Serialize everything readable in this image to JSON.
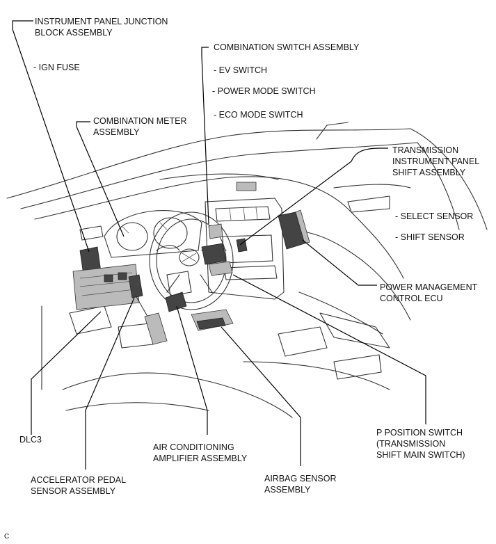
{
  "labels": {
    "instrument_panel_jb": [
      "INSTRUMENT PANEL JUNCTION",
      "BLOCK ASSEMBLY"
    ],
    "ign_fuse": "- IGN FUSE",
    "combination_switch": "COMBINATION SWITCH ASSEMBLY",
    "ev_switch": "- EV SWITCH",
    "power_mode_switch": "- POWER MODE SWITCH",
    "eco_mode_switch": "- ECO MODE SWITCH",
    "combination_meter": [
      "COMBINATION METER",
      "ASSEMBLY"
    ],
    "transmission_shift": [
      "TRANSMISSION",
      "INSTRUMENT PANEL",
      "SHIFT ASSEMBLY"
    ],
    "select_sensor": "- SELECT SENSOR",
    "shift_sensor": "- SHIFT SENSOR",
    "power_management_ecu": [
      "POWER MANAGEMENT",
      "CONTROL ECU"
    ],
    "p_position_switch": [
      "P POSITION SWITCH",
      "(TRANSMISSION",
      "SHIFT MAIN SWITCH)"
    ],
    "dlc3": "DLC3",
    "air_conditioning_amp": [
      "AIR CONDITIONING",
      "AMPLIFIER ASSEMBLY"
    ],
    "accelerator_pedal": [
      "ACCELERATOR PEDAL",
      "SENSOR ASSEMBLY"
    ],
    "airbag_sensor": [
      "AIRBAG SENSOR",
      "ASSEMBLY"
    ],
    "corner_mark": "C"
  }
}
